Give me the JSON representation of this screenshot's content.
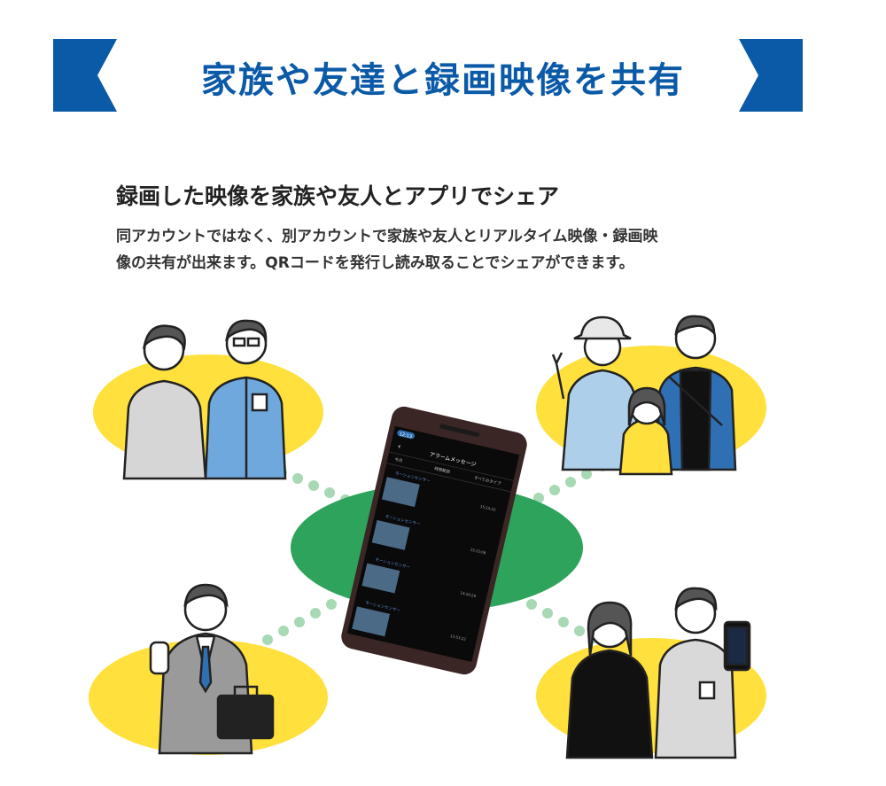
{
  "banner": {
    "title": "家族や友達と録画映像を共有",
    "color": "#0b5aa8"
  },
  "section": {
    "heading": "録画した映像を家族や友人とアプリでシェア",
    "description_line1": "同アカウントではなく、別アカウントで家族や友人とリアルタイム映像・録画映",
    "description_line2": "像の共有が出来ます。QRコードを発行し読み取ることでシェアができます。"
  },
  "phone": {
    "status_time": "12:13",
    "screen_title": "アラームメッセージ",
    "filters": [
      "今日",
      "時間範囲",
      "すべてのタイプ"
    ],
    "alarms": [
      {
        "title": "モーションセンサー",
        "time": "15:15:22"
      },
      {
        "title": "モーションセンサー",
        "time": "15:15:06"
      },
      {
        "title": "モーションセンサー",
        "time": "14:20:29"
      },
      {
        "title": "モーションセンサー",
        "time": "13:53:22"
      }
    ]
  },
  "colors": {
    "yellow": "#ffe03c",
    "green": "#2ea35c",
    "dot": "#a8d9b4",
    "blue": "#0b5aa8"
  }
}
